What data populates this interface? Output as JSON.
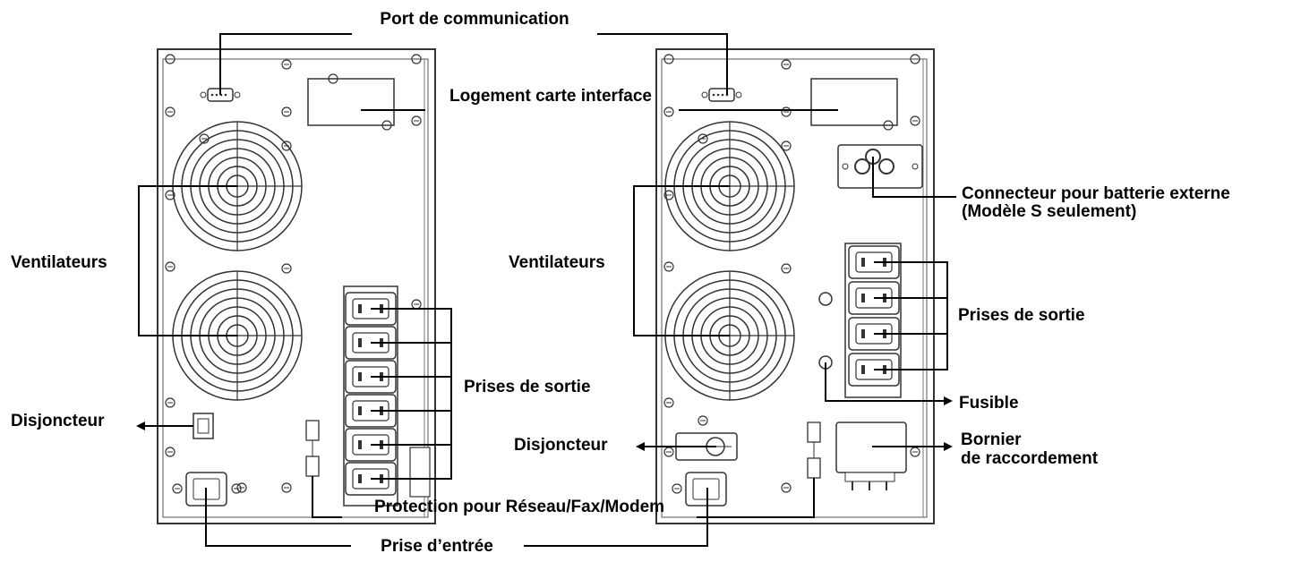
{
  "labels": {
    "port_communication": "Port de communication",
    "logement_carte": "Logement carte interface",
    "connecteur_batterie_line1": "Connecteur pour batterie externe",
    "connecteur_batterie_line2": "(Modèle S seulement)",
    "ventilateurs_left": "Ventilateurs",
    "ventilateurs_right": "Ventilateurs",
    "prises_sortie_left": "Prises de sortie",
    "prises_sortie_right": "Prises de sortie",
    "fusible": "Fusible",
    "disjoncteur_left": "Disjoncteur",
    "disjoncteur_right": "Disjoncteur",
    "bornier_line1": "Bornier",
    "bornier_line2": "de raccordement",
    "protection_reseau": "Protection pour Réseau/Fax/Modem",
    "prise_entree": "Prise d’entrée"
  },
  "colors": {
    "line": "#000000",
    "panel_stroke": "#333333",
    "background": "#ffffff"
  }
}
